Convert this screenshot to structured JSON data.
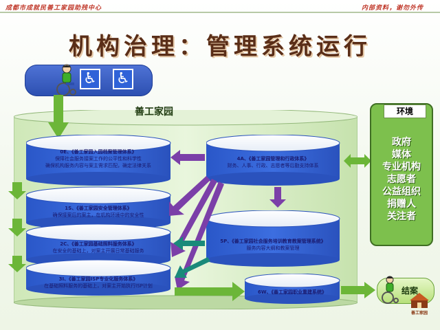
{
  "header": {
    "left": "成都市成就民善工家园助残中心",
    "right": "内部资料，谢勿外传"
  },
  "title": "机构治理：管理系统运行",
  "main_label": "善工家园",
  "systems": {
    "oe": {
      "title": "0E、《善工家园入园档案管理体系》",
      "line1": "保障社会服务接案工作的公平性和科学性",
      "line2": "确保机构服务内容与案主需求匹配，确定法律关系"
    },
    "s1": {
      "title": "1S、《善工家园安全管理体系》",
      "line1": "确保接案后的案主，在机构环境中的安全性"
    },
    "c2": {
      "title": "2C、《善工家园基础照料服务体系》",
      "line1": "在安全的基础上，对案主开展日常基础服务"
    },
    "i3": {
      "title": "3I、《善工家园ISP专业化服务体系》",
      "line1": "在基础照料服务的基础上，对案主开始执行ISP计划"
    },
    "a4": {
      "title": "4A、《善工家园管理和行政体系》",
      "line1": "财务、人事、行政、志愿者等后勤支持体系"
    },
    "p5": {
      "title": "5P、《善工家园社会服务培训教育教案管理系统》",
      "line1": "服务内容大纲和教案管理"
    },
    "w6": {
      "title": "6W、《善工家园职业重建系统》"
    }
  },
  "environment": {
    "title": "环境",
    "items": [
      "政府",
      "媒体",
      "专业机构",
      "志愿者",
      "公益组织",
      "捐赠人",
      "关注者"
    ]
  },
  "result": "结案",
  "logo_text": "善工家园",
  "icons": [
    "wheelchair-person-icon",
    "accessibility-sign-icon"
  ],
  "colors": {
    "cylinder_light": "#d9efc8",
    "cylinder_blue": "#2f5fd6",
    "arrow_green": "#6cb638",
    "arrow_purple": "#7b3fa8",
    "title": "#5a2e18"
  }
}
